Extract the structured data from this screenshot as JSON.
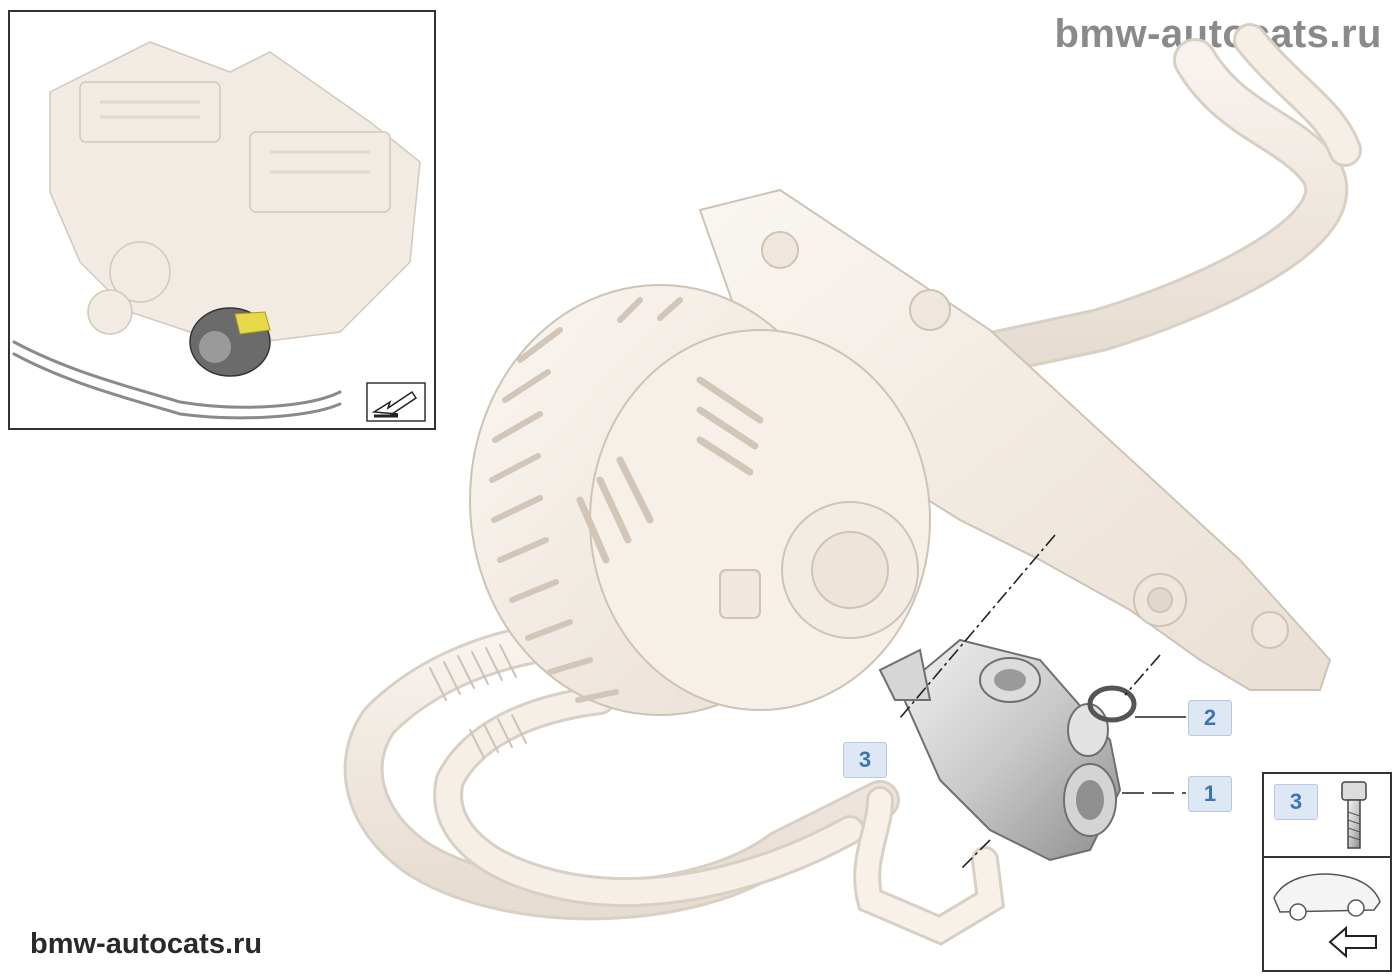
{
  "watermark": {
    "top": "bmw-autocats.ru",
    "bottom": "bmw-autocats.ru"
  },
  "callouts": [
    {
      "id": "1",
      "label": "1"
    },
    {
      "id": "2",
      "label": "2"
    },
    {
      "id": "3",
      "label": "3"
    }
  ],
  "legend": {
    "part_number": "3",
    "icons": [
      "screw-icon",
      "car-location-icon",
      "arrow-icon"
    ]
  },
  "inset": {
    "icons": [
      "engine-overview-icon",
      "highlighted-part-icon",
      "arrow-icon"
    ],
    "highlight_color": "#e8d94a"
  },
  "colors": {
    "part_body": "#f3ede6",
    "part_outline": "#cfc3b6",
    "callout_fill": "#dde8f4",
    "callout_text": "#3d74b3"
  }
}
